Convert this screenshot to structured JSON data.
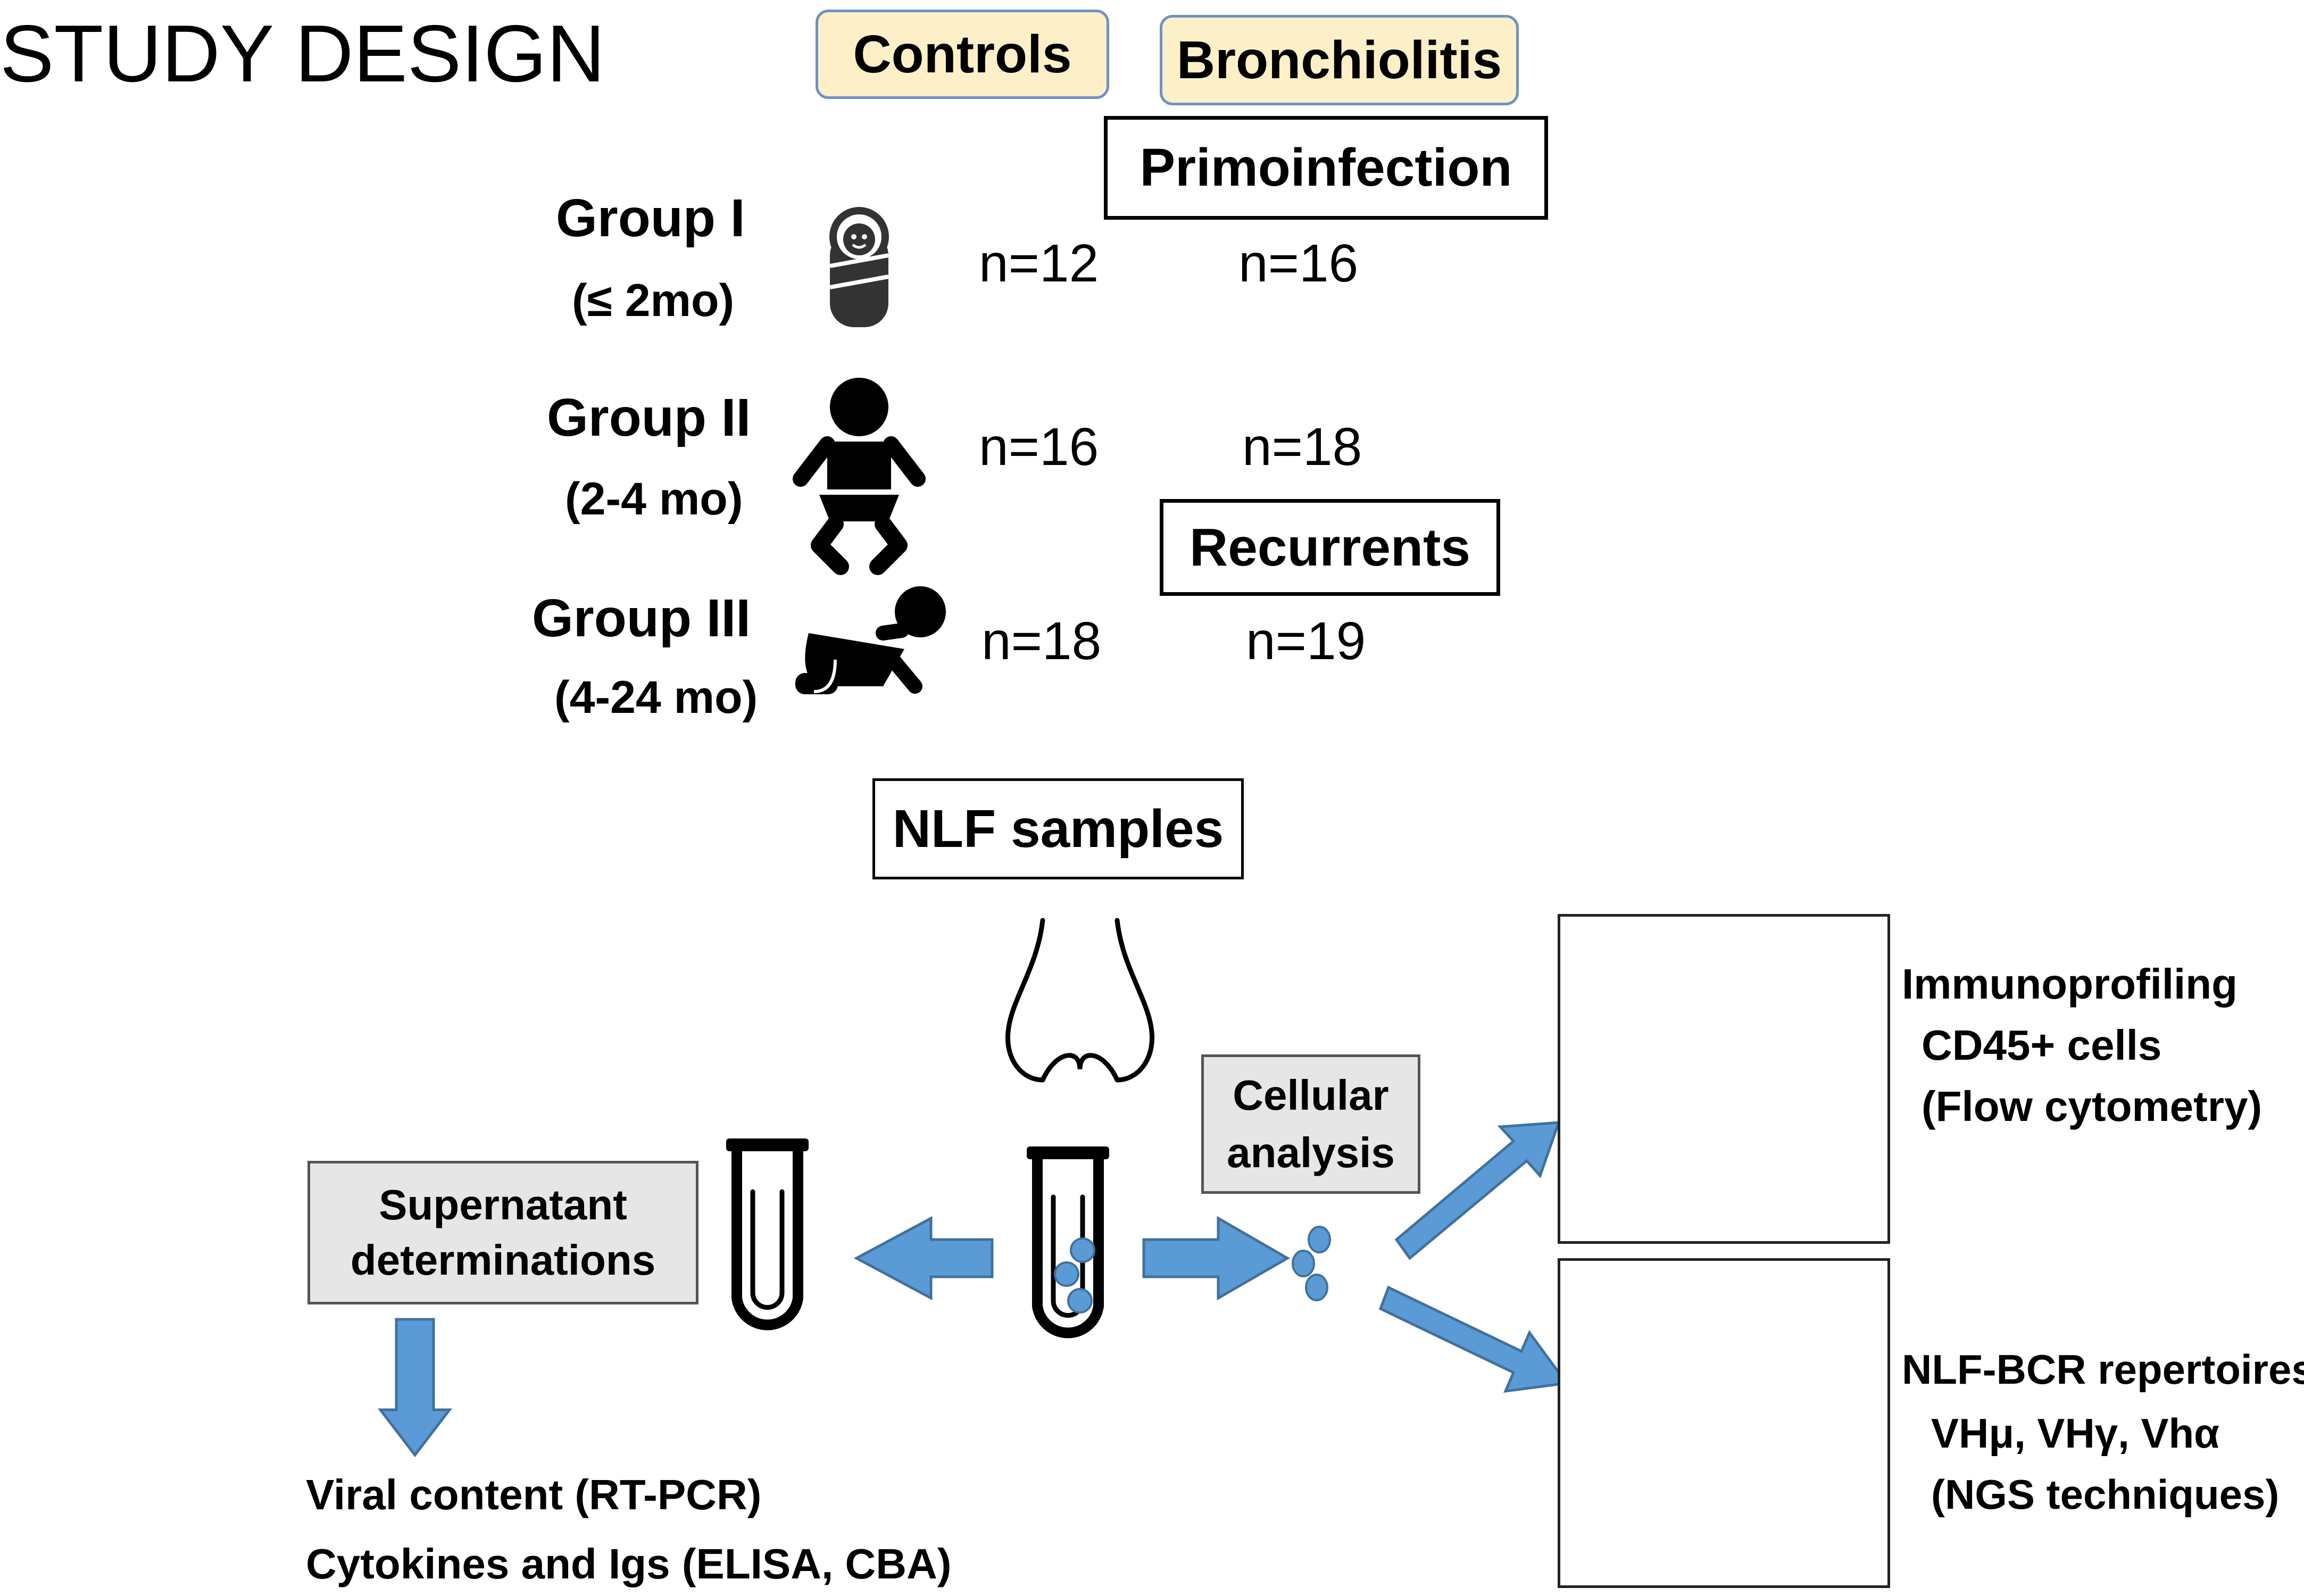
{
  "title": "STUDY DESIGN",
  "columns": {
    "controls": "Controls",
    "bronchiolitis": "Bronchiolitis"
  },
  "subheaders": {
    "primoinfection": "Primoinfection",
    "recurrents": "Recurrents"
  },
  "groups": [
    {
      "name": "Group I",
      "age": "(≤ 2mo)",
      "icon": "swaddled-newborn-icon",
      "controls_n": "n=12",
      "bronchiolitis_n": "n=16"
    },
    {
      "name": "Group II",
      "age": "(2-4 mo)",
      "icon": "standing-baby-icon",
      "controls_n": "n=16",
      "bronchiolitis_n": "n=18"
    },
    {
      "name": "Group III",
      "age": "(4-24 mo)",
      "icon": "crawling-baby-icon",
      "controls_n": "n=18",
      "bronchiolitis_n": "n=19"
    }
  ],
  "samples": "NLF samples",
  "supernatant": {
    "line1": "Supernatant",
    "line2": "determinations"
  },
  "cellular": {
    "line1": "Cellular",
    "line2": "analysis"
  },
  "supernatant_outputs": {
    "line1": "Viral content (RT-PCR)",
    "line2": "Cytokines and Igs (ELISA, CBA)"
  },
  "immunoprofiling": {
    "line1": "Immunoprofiling",
    "line2": "CD45+ cells",
    "line3": "(Flow cytometry)"
  },
  "repertoires": {
    "line1": "NLF-BCR repertoires",
    "line2": "VHμ, VHγ, Vhα",
    "line3": "(NGS techniques)"
  },
  "colors": {
    "header_fill": "#fdf0c8",
    "header_border": "#6f91c4",
    "arrow_fill": "#5b9bd5",
    "arrow_stroke": "#41719c",
    "grey_box": "#e6e6e6",
    "cluster_colors": [
      "#1f3fd8",
      "#f5a623",
      "#e8288c",
      "#2ddc2d",
      "#e01b1b",
      "#27d6e0",
      "#8a2be2"
    ],
    "chord_colors": [
      "#e83030",
      "#f0a030",
      "#e0e040",
      "#8ad030",
      "#3ab0e0",
      "#8a50c0"
    ]
  }
}
